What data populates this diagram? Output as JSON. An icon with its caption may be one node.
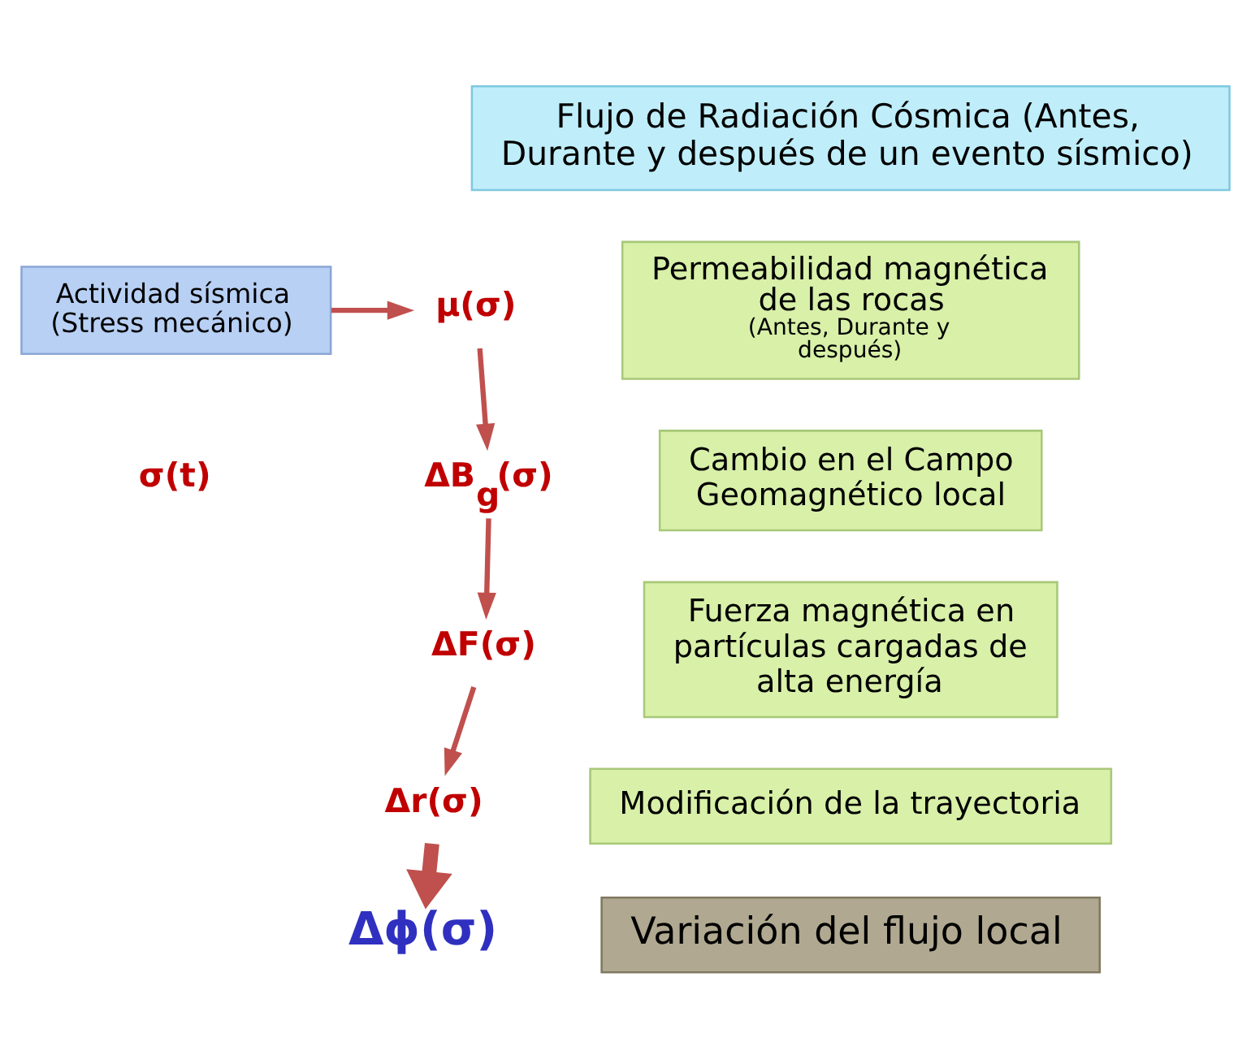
{
  "diagram": {
    "nodes": [
      {
        "text": [
          "Flujo de Radiación Cósmica (Antes, Durante y después de un evento sísmico)"
        ]
      },
      {
        "text": [
          "Actividad sísmica (Stress mecánico)"
        ],
        "beside": [
          "σ(t)"
        ]
      },
      {
        "text": [
          "μ(σ)"
        ]
      },
      {
        "text": [
          "Permeabilidad magnética de las rocas",
          "(Antes, Durante y después)"
        ]
      },
      {
        "text": [
          "ΔB$_{g}$(σ)"
        ]
      },
      {
        "text": [
          "Cambio en el Campo Geomagnético local"
        ]
      },
      {
        "text": [
          "ΔF(σ)"
        ]
      },
      {
        "text": [
          "Fuerza magnética en partículas cargadas de alta energía"
        ]
      },
      {
        "text": [
          "Δr(σ)"
        ]
      },
      {
        "text": [
          "Modificación de la trayectoria"
        ]
      },
      {
        "text": [
          "Δϕ(σ)"
        ]
      },
      {
        "text": [
          "Variación del flujo local"
        ]
      }
    ],
    "edges": [
      {
        "from": 1,
        "to": 2,
        "arrow": "to"
      },
      {
        "from": 2,
        "to": 4,
        "arrow": "to"
      },
      {
        "from": 4,
        "to": 6,
        "arrow": "to"
      },
      {
        "from": 6,
        "to": 8,
        "arrow": "to"
      },
      {
        "from": 8,
        "to": 10,
        "arrow": "to",
        "style": "thick"
      }
    ]
  }
}
